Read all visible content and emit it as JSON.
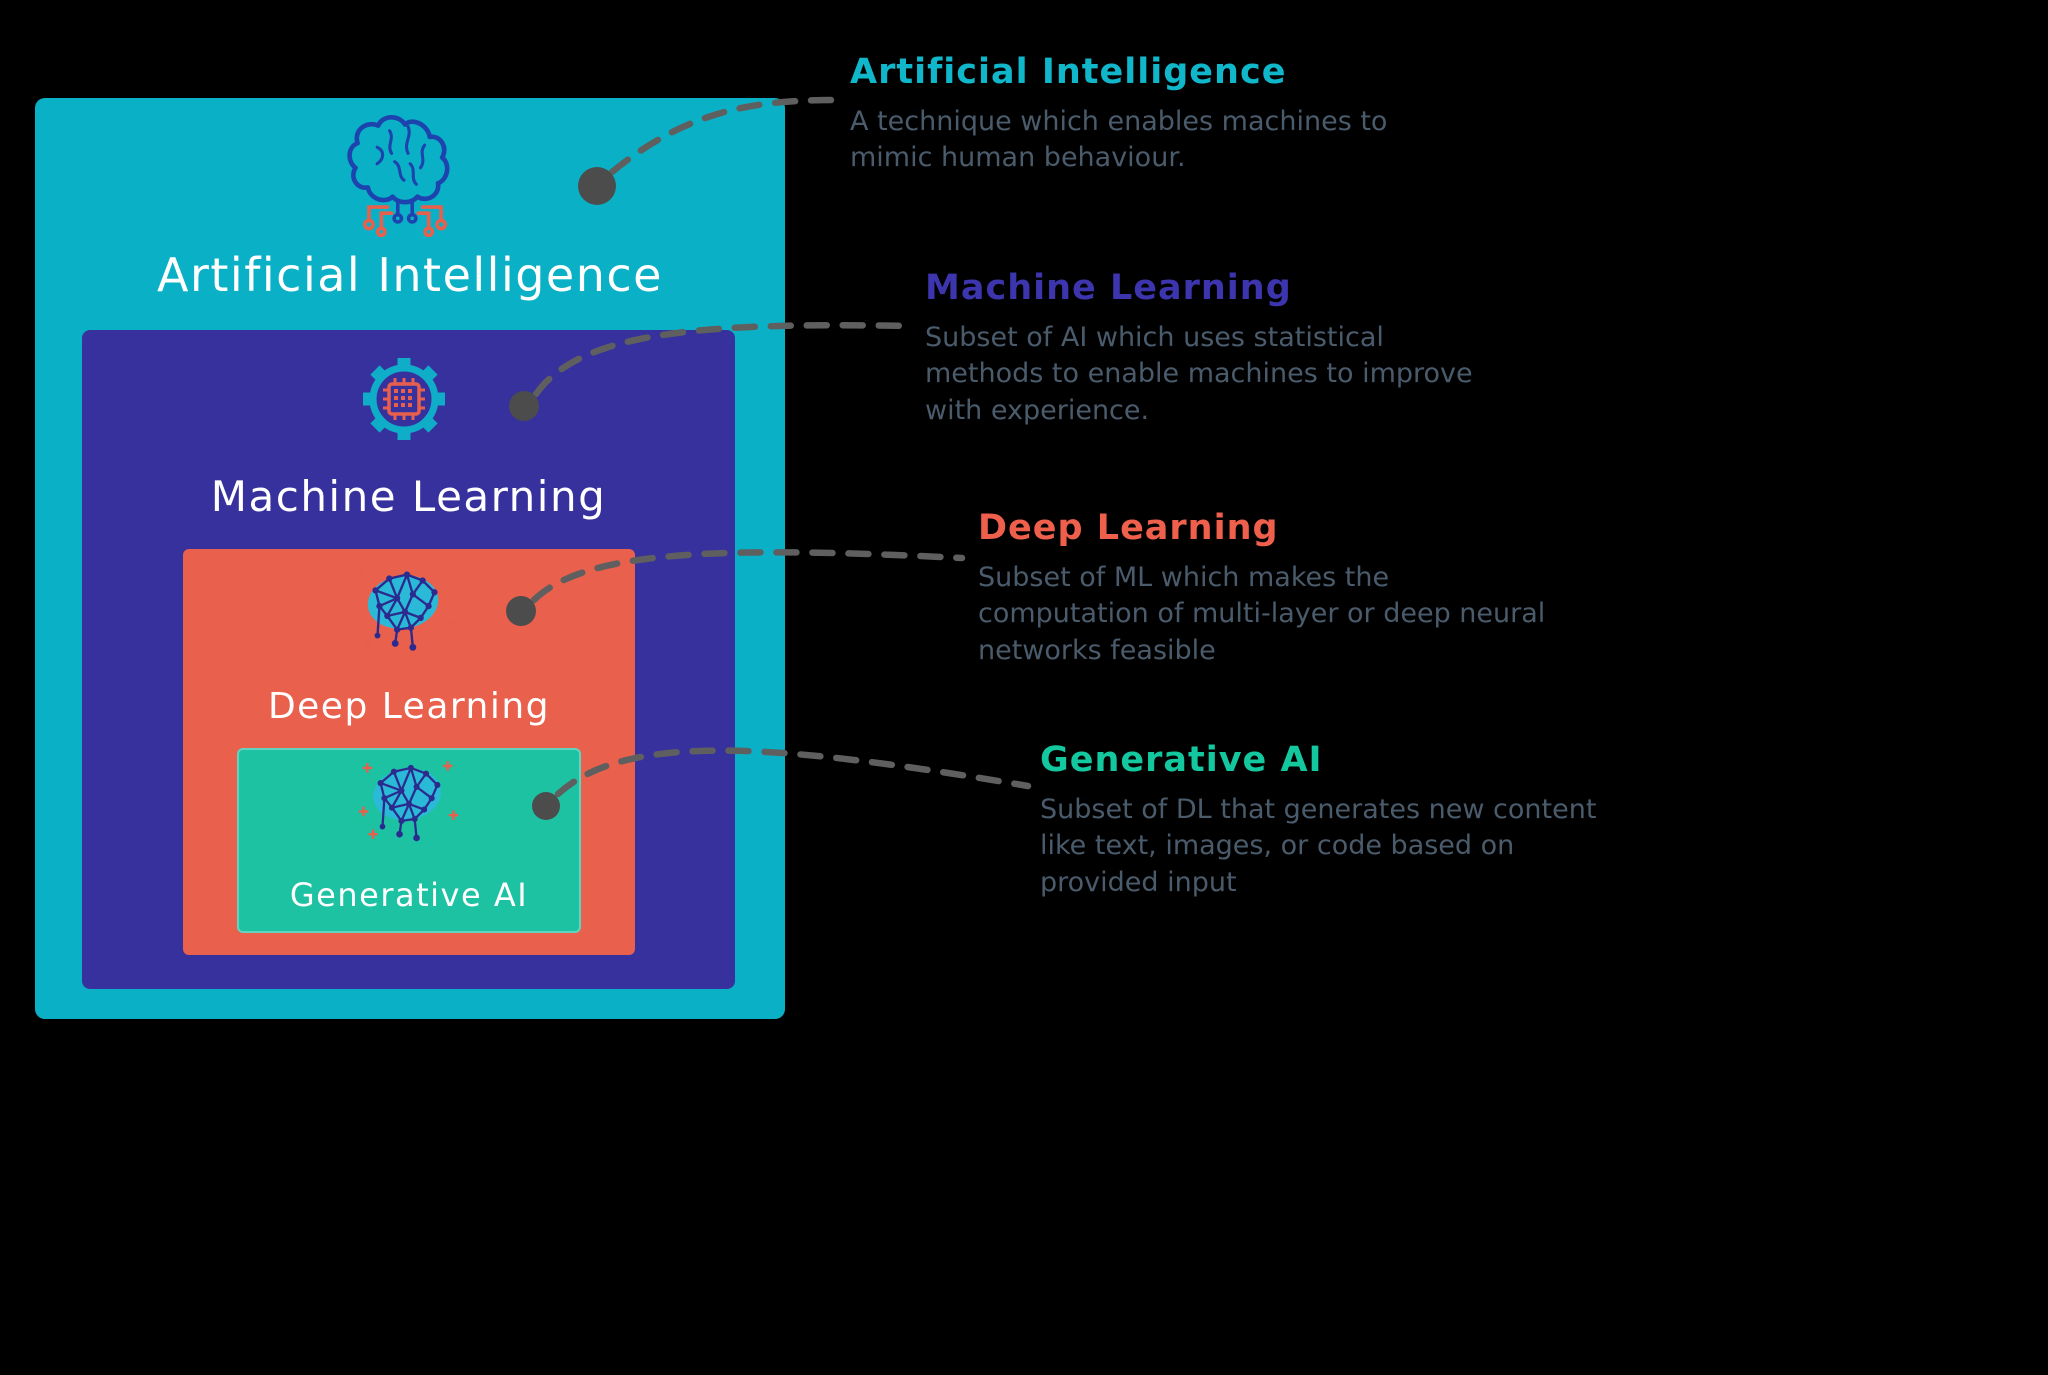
{
  "boxes": {
    "ai": {
      "label": "Artificial Intelligence",
      "color": "#0ab1c6"
    },
    "ml": {
      "label": "Machine Learning",
      "color": "#37319e"
    },
    "dl": {
      "label": "Deep Learning",
      "color": "#e9604d"
    },
    "genai": {
      "label": "Generative AI",
      "color": "#1cc2a2"
    }
  },
  "annotations": {
    "ai": {
      "title": "Artificial Intelligence",
      "title_color": "#10b7cb",
      "lines": [
        "A technique which enables machines to",
        "mimic human behaviour."
      ]
    },
    "ml": {
      "title": "Machine Learning",
      "title_color": "#3c35ae",
      "lines": [
        "Subset of AI which uses statistical",
        "methods to enable machines to improve",
        "with experience."
      ]
    },
    "dl": {
      "title": "Deep Learning",
      "title_color": "#ef604c",
      "lines": [
        "Subset of ML which makes the",
        "computation of multi-layer or deep neural",
        "networks feasible"
      ]
    },
    "genai": {
      "title": "Generative AI",
      "title_color": "#13c89f",
      "lines": [
        "Subset of DL that generates new content",
        "like text, images, or code based on",
        "provided input"
      ]
    }
  },
  "icons": {
    "ai": "brain-circuit-icon",
    "ml": "gear-chip-icon",
    "dl": "neural-network-icon",
    "genai": "neural-network-icon"
  },
  "desc_color": "#4a5b6c",
  "connector_color": "#5f5f5f"
}
